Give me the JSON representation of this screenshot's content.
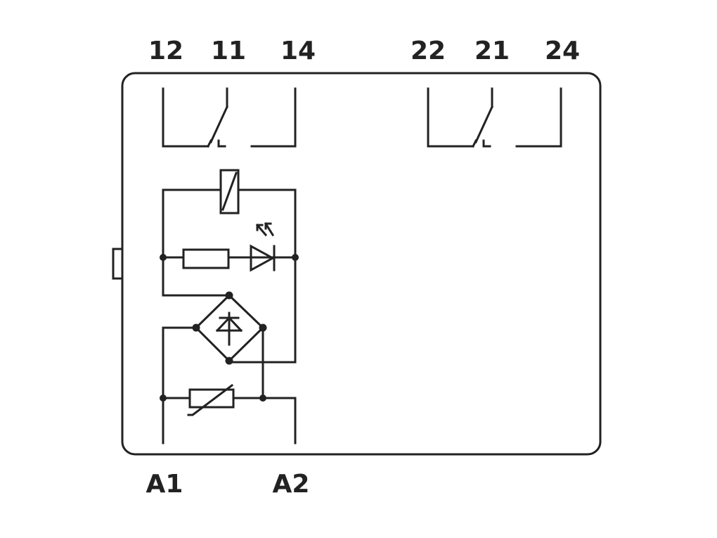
{
  "terminals": {
    "top": [
      "12",
      "11",
      "14",
      "22",
      "21",
      "24"
    ],
    "bottom": [
      "A1",
      "A2"
    ]
  },
  "colors": {
    "ink": "#222222",
    "background": "#ffffff"
  }
}
